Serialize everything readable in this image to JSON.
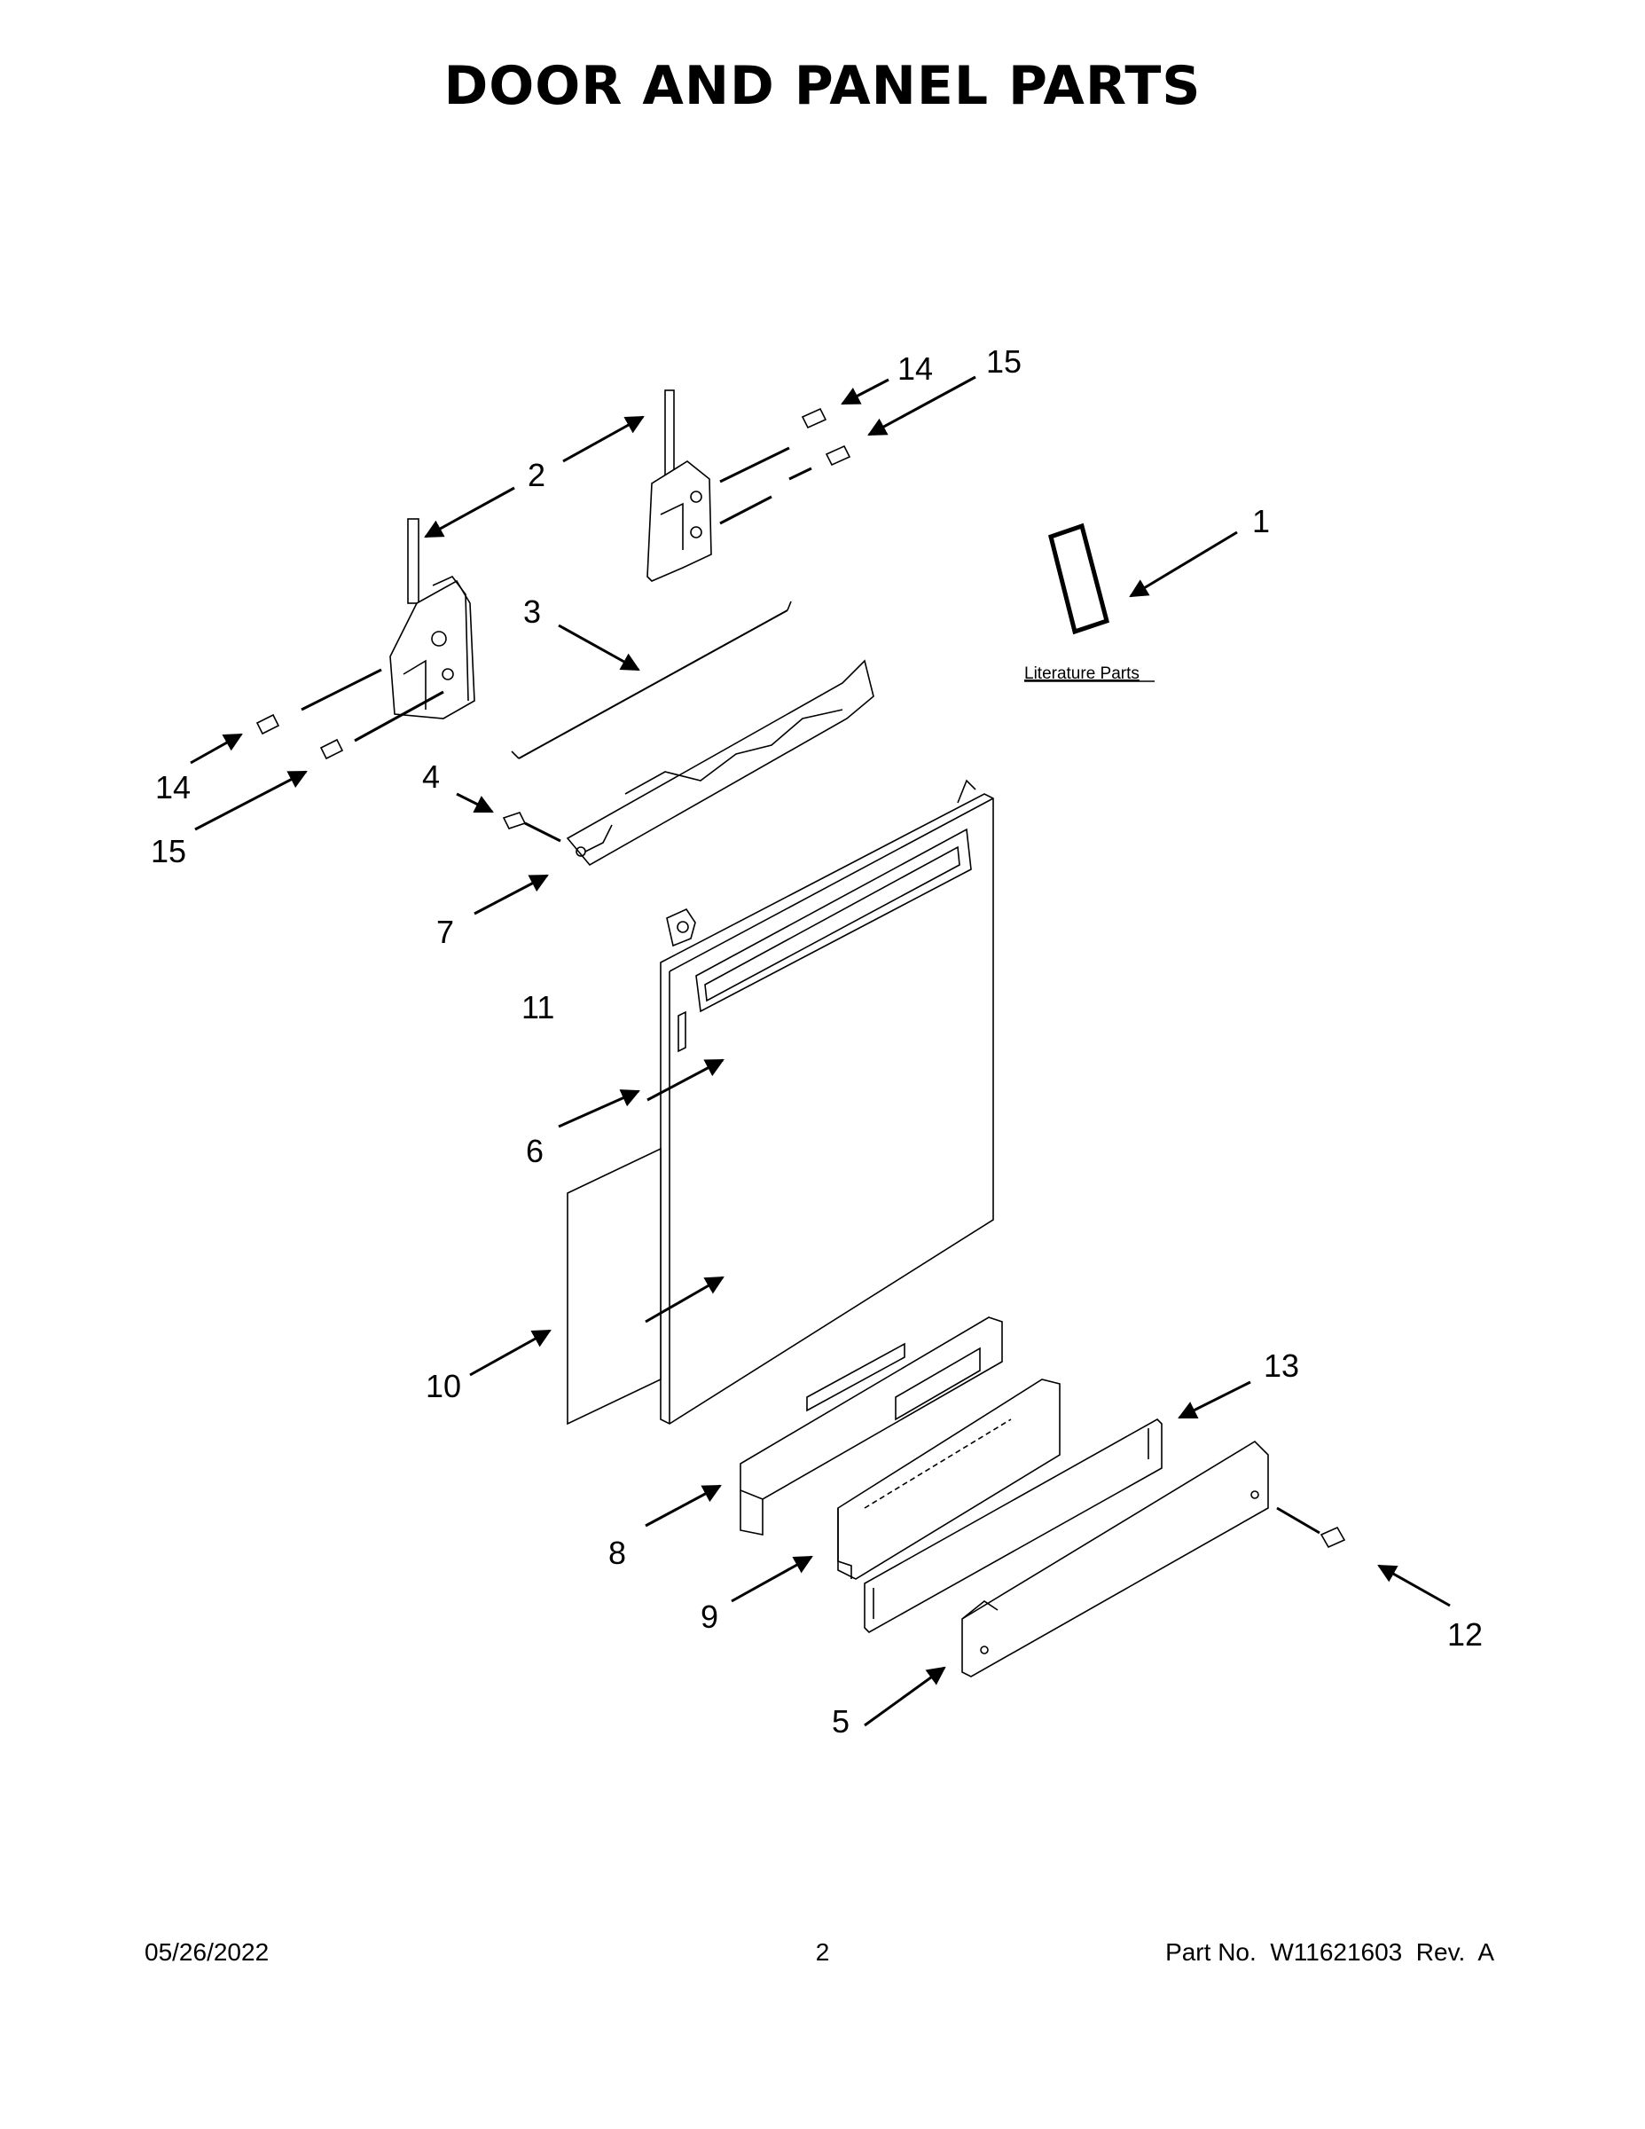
{
  "title": "DOOR AND PANEL PARTS",
  "literature_label": "Literature Parts",
  "callouts": [
    "1",
    "2",
    "3",
    "4",
    "5",
    "6",
    "7",
    "8",
    "9",
    "10",
    "11",
    "12",
    "13",
    "14",
    "14",
    "15",
    "15"
  ],
  "footer": {
    "date": "05/26/2022",
    "page": "2",
    "part": "Part No.  W11621603  Rev.  A"
  }
}
